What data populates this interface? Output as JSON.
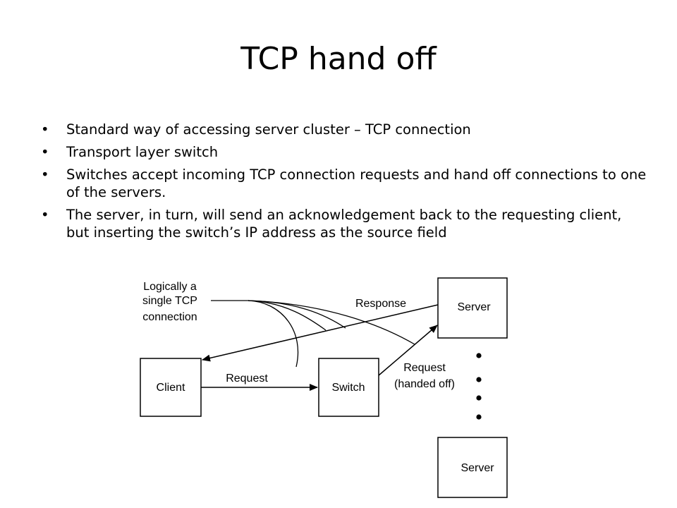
{
  "title": "TCP hand off",
  "bullets": [
    {
      "marker": "•",
      "text": "Standard way of accessing server cluster – TCP connection"
    },
    {
      "marker": "•",
      "text": "Transport layer switch"
    },
    {
      "marker": "•",
      "text": "Switches accept incoming TCP connection requests and hand off connections to one of the servers."
    },
    {
      "marker": "•",
      "text": "The server, in turn, will send an acknowledgement back to the requesting client, but inserting the switch’s IP address as the source field"
    }
  ],
  "diagram": {
    "logical_label": [
      "Logically a",
      "single TCP",
      "connection"
    ],
    "client": "Client",
    "switch": "Switch",
    "server_top": "Server",
    "server_bottom": "Server",
    "request": "Request",
    "response": "Response",
    "handed_off": [
      "Request",
      "(handed off)"
    ]
  }
}
